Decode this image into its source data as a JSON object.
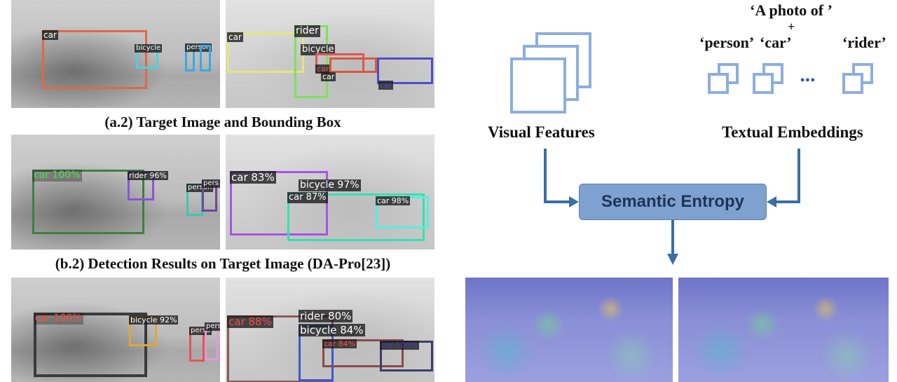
{
  "captions": {
    "a": "(a.2) Target Image and Bounding Box",
    "b": "(b.2) Detection Results on Target Image (DA-Pro[23])"
  },
  "rows": [
    {
      "left": [
        {
          "label": "car",
          "color": "#e1674a"
        },
        {
          "label": "bicycle",
          "color": "#4fd0dc"
        },
        {
          "label": "person",
          "color": "#3aa8e6"
        },
        {
          "label": "person",
          "color": "#3aa8e6"
        }
      ],
      "right": [
        {
          "label": "car",
          "color": "#e6e67a"
        },
        {
          "label": "rider",
          "color": "#7fe05a"
        },
        {
          "label": "bicycle",
          "color": "#7fe05a"
        },
        {
          "label": "car",
          "color": "#e05555"
        },
        {
          "label": "car",
          "color": "#d95a3c"
        },
        {
          "label": "car",
          "color": "#4c4ccc"
        }
      ]
    },
    {
      "left": [
        {
          "label": "car 100%",
          "color": "#3f7f3f"
        },
        {
          "label": "rider 96%",
          "color": "#8a55d8"
        },
        {
          "label": "person",
          "color": "#3cc8b0"
        },
        {
          "label": "pers",
          "color": "#6a4a9a"
        }
      ],
      "right": [
        {
          "label": "car 83%",
          "color": "#a654e6"
        },
        {
          "label": "bicycle 97%",
          "color": "#ffffff"
        },
        {
          "label": "car 87%",
          "color": "#36e0b0"
        },
        {
          "label": "car 98%",
          "color": "#55eedd"
        }
      ]
    },
    {
      "left": [
        {
          "label": "car 100%",
          "color": "#e63a3a"
        },
        {
          "label": "bicycle 92%",
          "color": "#e0a63c"
        },
        {
          "label": "perso",
          "color": "#e05555"
        },
        {
          "label": "pers",
          "color": "#e09ad8"
        }
      ],
      "right": [
        {
          "label": "car 88%",
          "color": "#e04545"
        },
        {
          "label": "rider 80%",
          "color": "#ffffff"
        },
        {
          "label": "bicycle 84%",
          "color": "#ffffff"
        },
        {
          "label": "car 84%",
          "color": "#e04545"
        },
        {
          "label": "car 100%",
          "color": "#3c3cbc"
        }
      ]
    }
  ],
  "diagram": {
    "prompt": "‘A photo of ’",
    "plus": "+",
    "classes": [
      "‘person’",
      "‘car’",
      "‘rider’"
    ],
    "ellipsis": "•••",
    "visual_label": "Visual Features",
    "textual_label": "Textual Embeddings",
    "entropy_label": "Semantic Entropy",
    "colors": {
      "accent": "#7ea1cf",
      "arrow": "#3a6ea5",
      "icon": "#8caede"
    }
  }
}
